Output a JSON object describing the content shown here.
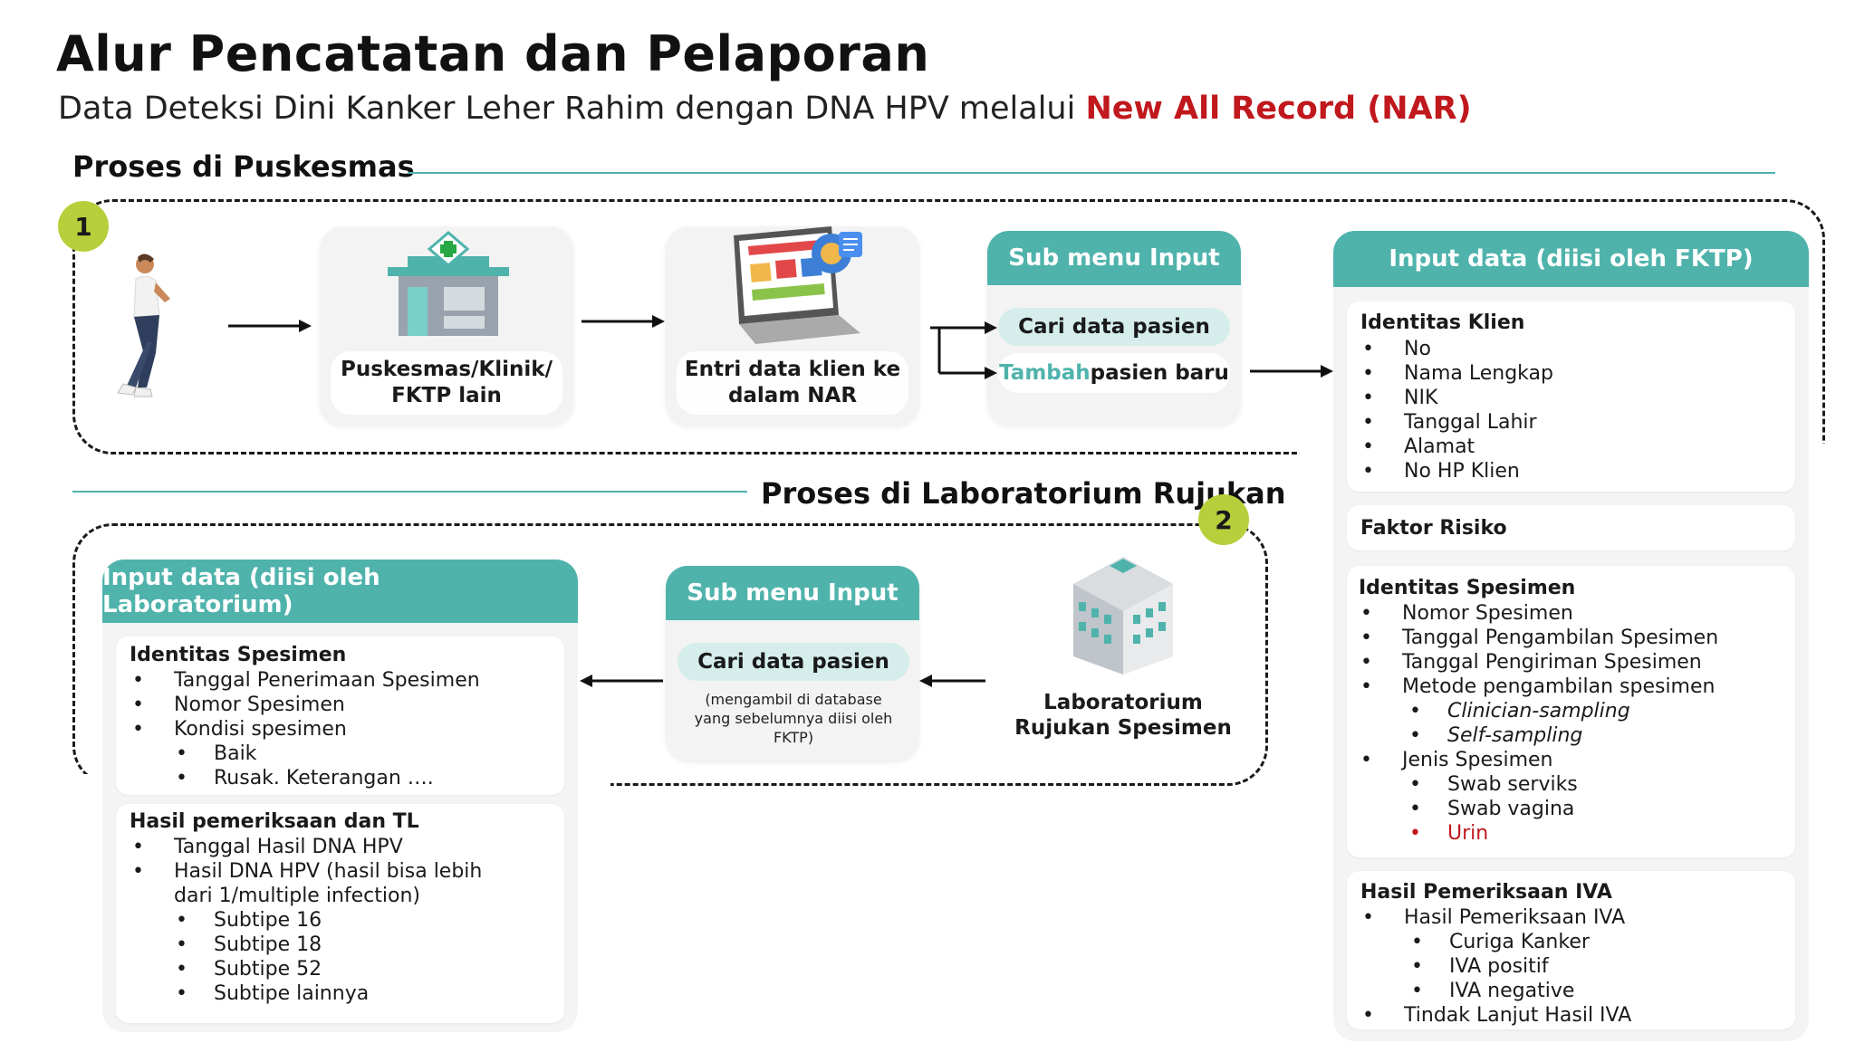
{
  "title": "Alur Pencatatan dan Pelaporan",
  "subtitle_prefix": "Data Deteksi Dini Kanker Leher Rahim dengan DNA HPV melalui ",
  "subtitle_highlight": "New All Record (NAR)",
  "colors": {
    "teal": "#4fb3ac",
    "red": "#c0181d",
    "badge": "#b8cf3c"
  },
  "section1": {
    "label": "Proses di Puskesmas",
    "badge": "1",
    "puskesmas_label": "Puskesmas/Klinik/ FKTP lain",
    "entry_label": "Entri data klien ke dalam NAR",
    "submenu": {
      "title": "Sub menu Input",
      "cari": "Cari data pasien",
      "tambah_highlight": "Tambah",
      "tambah_rest": " pasien baru"
    }
  },
  "fktp": {
    "title": "Input data (diisi oleh FKTP)",
    "identitas_klien": {
      "title": "Identitas Klien",
      "items": [
        "No",
        "Nama Lengkap",
        "NIK",
        "Tanggal Lahir",
        "Alamat",
        "No HP Klien"
      ]
    },
    "faktor_risiko": "Faktor Risiko",
    "identitas_spesimen": {
      "title": "Identitas Spesimen",
      "items": [
        "Nomor Spesimen",
        "Tanggal Pengambilan Spesimen",
        "Tanggal Pengiriman Spesimen",
        "Metode pengambilan spesimen"
      ],
      "metode": [
        "Clinician-sampling",
        "Self-sampling"
      ],
      "jenis": "Jenis Spesimen",
      "jenis_items": [
        "Swab serviks",
        "Swab vagina",
        "Urin"
      ]
    },
    "hasil_iva": {
      "title": "Hasil Pemeriksaan IVA",
      "item1": "Hasil Pemeriksaan IVA",
      "sub": [
        "Curiga Kanker",
        "IVA positif",
        "IVA negative"
      ],
      "item2": "Tindak Lanjut Hasil IVA"
    }
  },
  "section2": {
    "label": "Proses di Laboratorium Rujukan",
    "badge": "2",
    "lab_label": "Laboratorium Rujukan Spesimen",
    "submenu": {
      "title": "Sub menu Input",
      "cari": "Cari data pasien",
      "note": "(mengambil di database yang sebelumnya diisi oleh FKTP)"
    }
  },
  "lab": {
    "title": "Input data (diisi oleh Laboratorium)",
    "identitas_spesimen": {
      "title": "Identitas Spesimen",
      "items": [
        "Tanggal Penerimaan Spesimen",
        "Nomor Spesimen",
        "Kondisi spesimen"
      ],
      "kondisi": [
        "Baik",
        "Rusak. Keterangan …."
      ]
    },
    "hasil": {
      "title": "Hasil pemeriksaan dan TL",
      "items": [
        "Tanggal Hasil DNA HPV",
        "Hasil DNA HPV (hasil bisa lebih"
      ],
      "cont": "dari 1/multiple infection)",
      "subtipe": [
        "Subtipe 16",
        "Subtipe 18",
        "Subtipe 52",
        "Subtipe lainnya"
      ]
    }
  }
}
